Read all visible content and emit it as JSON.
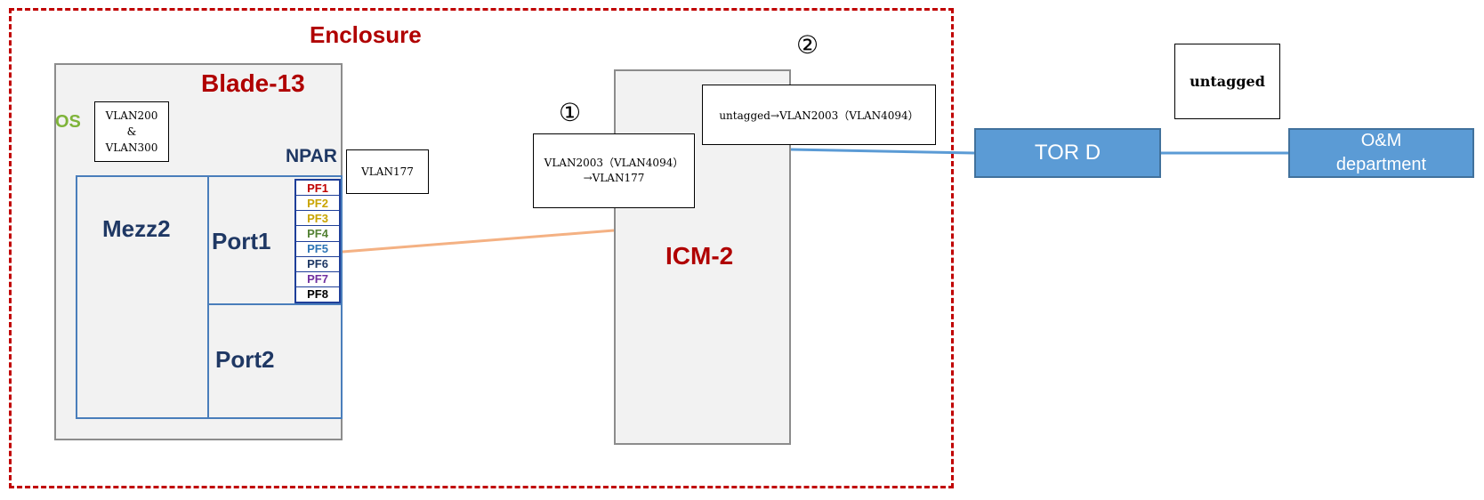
{
  "enclosure": {
    "title": "Enclosure"
  },
  "blade": {
    "title": "Blade-13",
    "os_label": "OS",
    "os_vlans": [
      "VLAN200",
      "&",
      "VLAN300"
    ],
    "npar_label": "NPAR",
    "npar_vlan": "VLAN177",
    "mezz_label": "Mezz2",
    "port1_label": "Port1",
    "port2_label": "Port2",
    "pfs": [
      {
        "label": "PF1",
        "color": "#c00000"
      },
      {
        "label": "PF2",
        "color": "#c9a400"
      },
      {
        "label": "PF3",
        "color": "#c9a400"
      },
      {
        "label": "PF4",
        "color": "#548235"
      },
      {
        "label": "PF5",
        "color": "#2e75b6"
      },
      {
        "label": "PF6",
        "color": "#1f3864"
      },
      {
        "label": "PF7",
        "color": "#7030a0"
      },
      {
        "label": "PF8",
        "color": "#000000"
      }
    ]
  },
  "icm": {
    "title": "ICM-2",
    "step1_marker": "①",
    "step1_lines": [
      "VLAN2003（VLAN4094）",
      "→VLAN177"
    ],
    "step2_marker": "②",
    "step2_text": "untagged→VLAN2003（VLAN4094）"
  },
  "tor": {
    "label": "TOR D"
  },
  "om": {
    "lines": [
      "O&M",
      "department"
    ]
  },
  "uplink": {
    "untagged_label": "untagged"
  },
  "colors": {
    "enclosure_border": "#c00000",
    "blade_link": "#f4b183",
    "network_link": "#5b9bd5"
  }
}
